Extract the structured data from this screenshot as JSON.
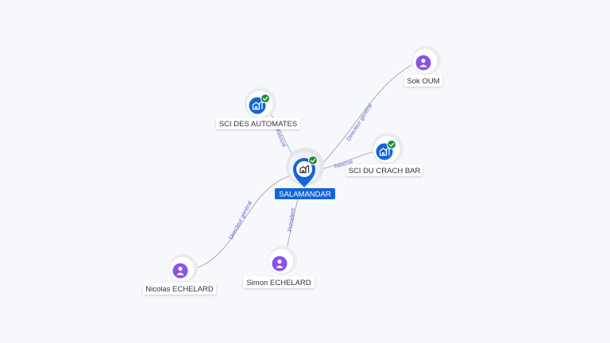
{
  "colors": {
    "background": "#f7f8fc",
    "company_blue": "#1565d8",
    "person_purple": "#8a52e6",
    "check_green": "#1e8e3e",
    "edge": "#9a9aa6",
    "edge_label": "#5a63d8"
  },
  "center": {
    "label": "SALAMANDAR",
    "icon": "building-icon",
    "badge": "check-icon"
  },
  "nodes": [
    {
      "id": "sci-automates",
      "label": "SCI DES AUTOMATES",
      "kind": "company",
      "icon": "building-icon",
      "badge": "check-icon"
    },
    {
      "id": "sci-crach-bar",
      "label": "SCI DU CRACH BAR",
      "kind": "company",
      "icon": "building-icon",
      "badge": "check-icon"
    },
    {
      "id": "sok-oum",
      "label": "Sok OUM",
      "kind": "person",
      "icon": "person-icon"
    },
    {
      "id": "nicolas-echelard",
      "label": "Nicolas ECHELARD",
      "kind": "person",
      "icon": "person-icon"
    },
    {
      "id": "simon-echelard",
      "label": "Simon ECHELARD",
      "kind": "person",
      "icon": "person-icon"
    }
  ],
  "edges": [
    {
      "to": "sci-automates",
      "label": "Associé"
    },
    {
      "to": "sci-crach-bar",
      "label": "Associé"
    },
    {
      "to": "sok-oum",
      "label": "Directeur général"
    },
    {
      "to": "nicolas-echelard",
      "label": "Directeur général"
    },
    {
      "to": "simon-echelard",
      "label": "Président"
    }
  ]
}
